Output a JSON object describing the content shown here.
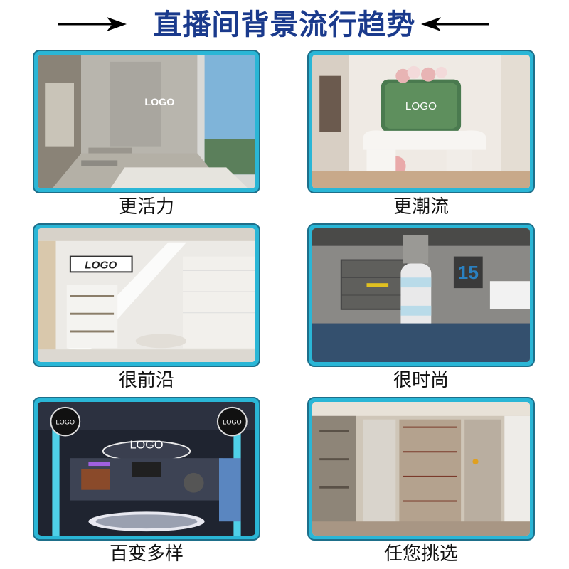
{
  "header": {
    "title": "直播间背景流行趋势"
  },
  "logo_text": "LOGO",
  "cards": [
    {
      "caption": "更活力"
    },
    {
      "caption": "更潮流"
    },
    {
      "caption": "很前沿"
    },
    {
      "caption": "很时尚"
    },
    {
      "caption": "百变多样"
    },
    {
      "caption": "任您挑选"
    }
  ],
  "colors": {
    "title": "#1a3a8c",
    "frame": "#2ab6d6",
    "frame_border": "#1e6f8a"
  }
}
